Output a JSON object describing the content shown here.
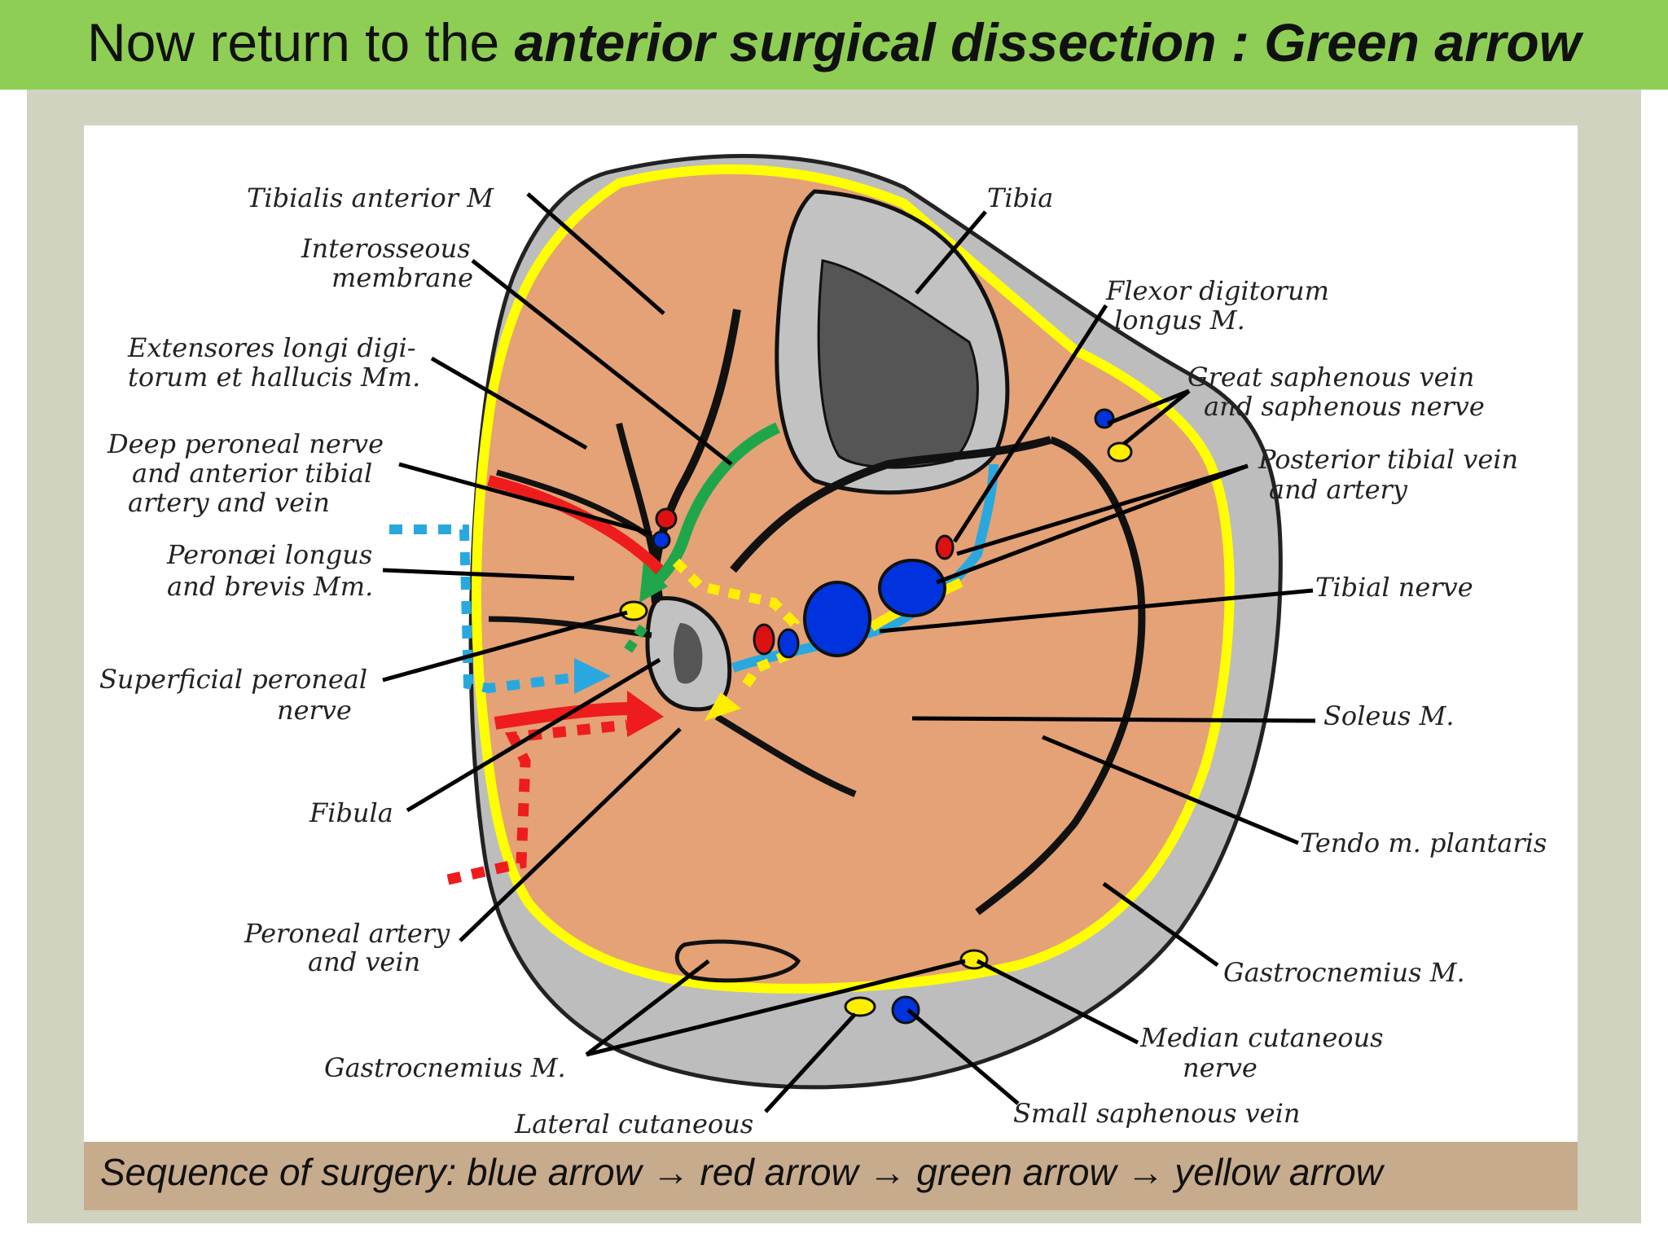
{
  "title": {
    "lead": "Now return to the ",
    "emphasis": "anterior surgical dissection : Green arrow"
  },
  "caption": "Sequence of surgery: blue arrow → red arrow → green arrow → yellow arrow",
  "labels": {
    "tibialis_anterior": "Tibialis anterior M",
    "interosseous_1": "Interosseous",
    "interosseous_2": "membrane",
    "extensores_1": "Extensores longi digi-",
    "extensores_2": "torum et hallucis Mm.",
    "deep_peroneal_1": "Deep peroneal nerve",
    "deep_peroneal_2": "and anterior tibial",
    "deep_peroneal_3": "artery and vein",
    "peronaei_1": "Peronæi longus",
    "peronaei_2": "and brevis Mm.",
    "superficial_1": "Superficial peroneal",
    "superficial_2": "nerve",
    "fibula": "Fibula",
    "peroneal_artery_1": "Peroneal artery",
    "peroneal_artery_2": "and vein",
    "gastrocnemius_left": "Gastrocnemius M.",
    "lateral_cutaneous": "Lateral cutaneous",
    "tibia": "Tibia",
    "flexor_1": "Flexor digitorum",
    "flexor_2": "longus M.",
    "great_saphenous_1": "Great saphenous vein",
    "great_saphenous_2": "and saphenous nerve",
    "posterior_tibial_1": "Posterior tibial vein",
    "posterior_tibial_2": "and artery",
    "tibial_nerve": "Tibial nerve",
    "soleus": "Soleus M.",
    "tendo": "Tendo m. plantaris",
    "gastrocnemius_right": "Gastrocnemius M.",
    "median_cutaneous_1": "Median cutaneous",
    "median_cutaneous_2": "nerve",
    "small_saphenous": "Small saphenous vein"
  },
  "colors": {
    "title_bar": "#8fce55",
    "frame": "#cfd3c0",
    "caption_bar": "#c7ab8d",
    "muscle": "#e4a276",
    "skin": "#bdbdbd",
    "bone_marrow": "#555555",
    "fascia": "#ffff00",
    "blue_arrow": "#29a8e0",
    "red_arrow": "#ee1c1c",
    "green_arrow": "#1fa64a",
    "yellow_arrow": "#ffee00",
    "vein": "#0033dd",
    "artery": "#dd1111"
  }
}
